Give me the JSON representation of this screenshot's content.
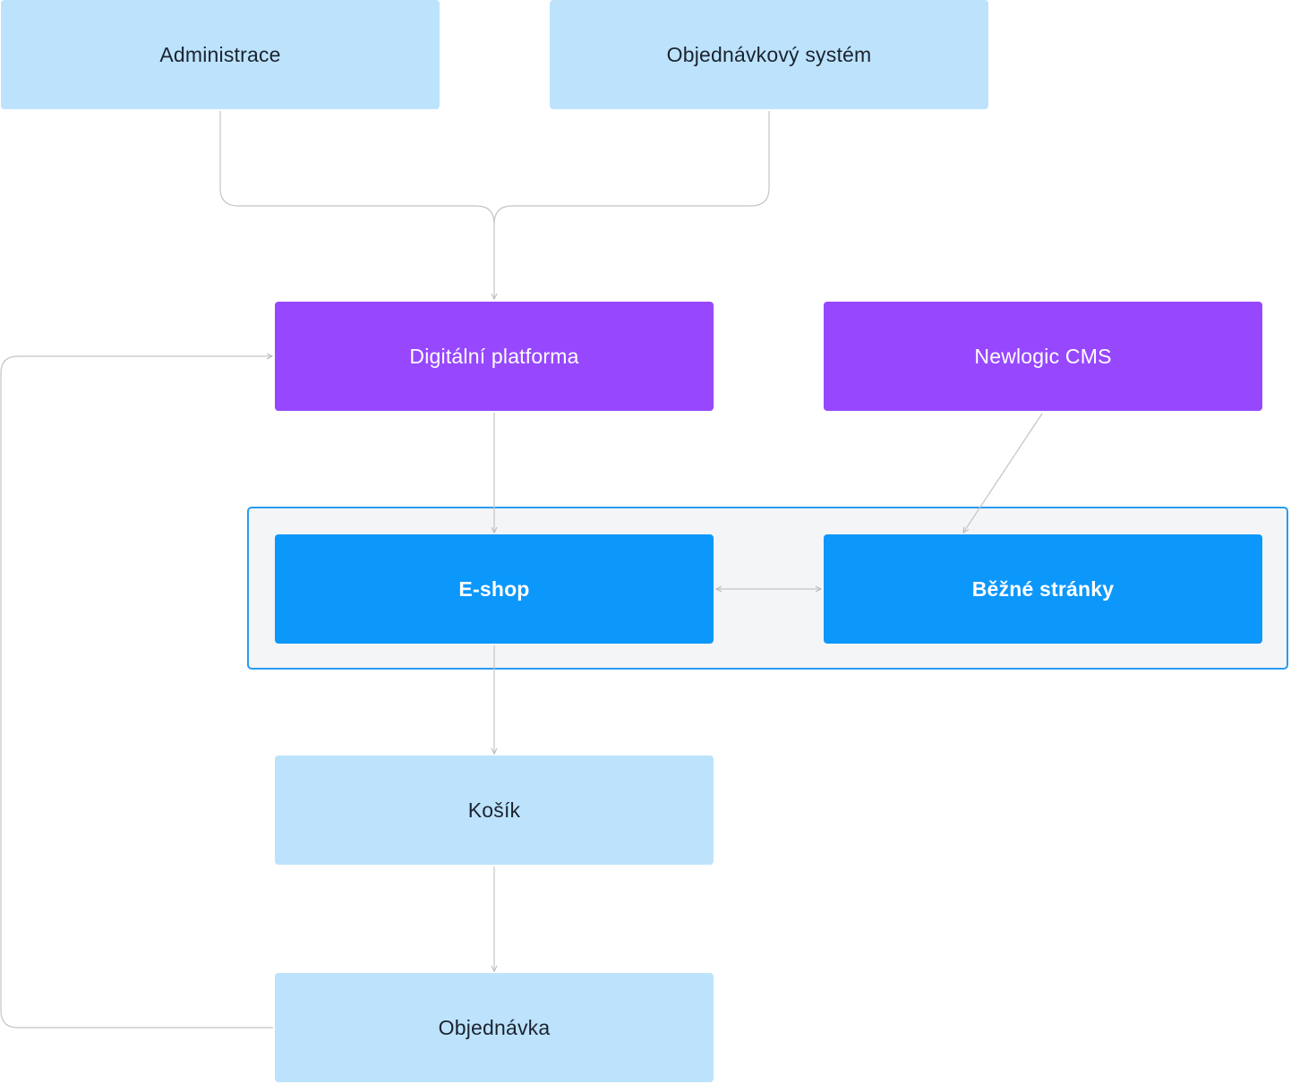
{
  "diagram": {
    "nodes": {
      "administrace": "Administrace",
      "objednavkovy_system": "Objednávkový systém",
      "digitalni_platforma": "Digitální platforma",
      "newlogic_cms": "Newlogic CMS",
      "eshop": "E-shop",
      "bezne_stranky": "Běžné stránky",
      "kosik": "Košík",
      "objednavka": "Objednávka"
    },
    "edges": [
      {
        "from": "Administrace",
        "to": "Digitální platforma"
      },
      {
        "from": "Objednávkový systém",
        "to": "Digitální platforma"
      },
      {
        "from": "Digitální platforma",
        "to": "E-shop"
      },
      {
        "from": "Newlogic CMS",
        "to": "Běžné stránky"
      },
      {
        "from": "E-shop",
        "to": "Běžné stránky",
        "bidirectional": true
      },
      {
        "from": "E-shop",
        "to": "Košík"
      },
      {
        "from": "Košík",
        "to": "Objednávka"
      },
      {
        "from": "Objednávka",
        "to": "Digitální platforma"
      }
    ],
    "colors": {
      "light_node": "#bde3fc",
      "platform_node": "#9748ff",
      "web_node": "#0c97fb",
      "group_border": "#2a9bf0",
      "group_fill": "#f3f5f7",
      "connector": "#c4c4c4"
    }
  }
}
